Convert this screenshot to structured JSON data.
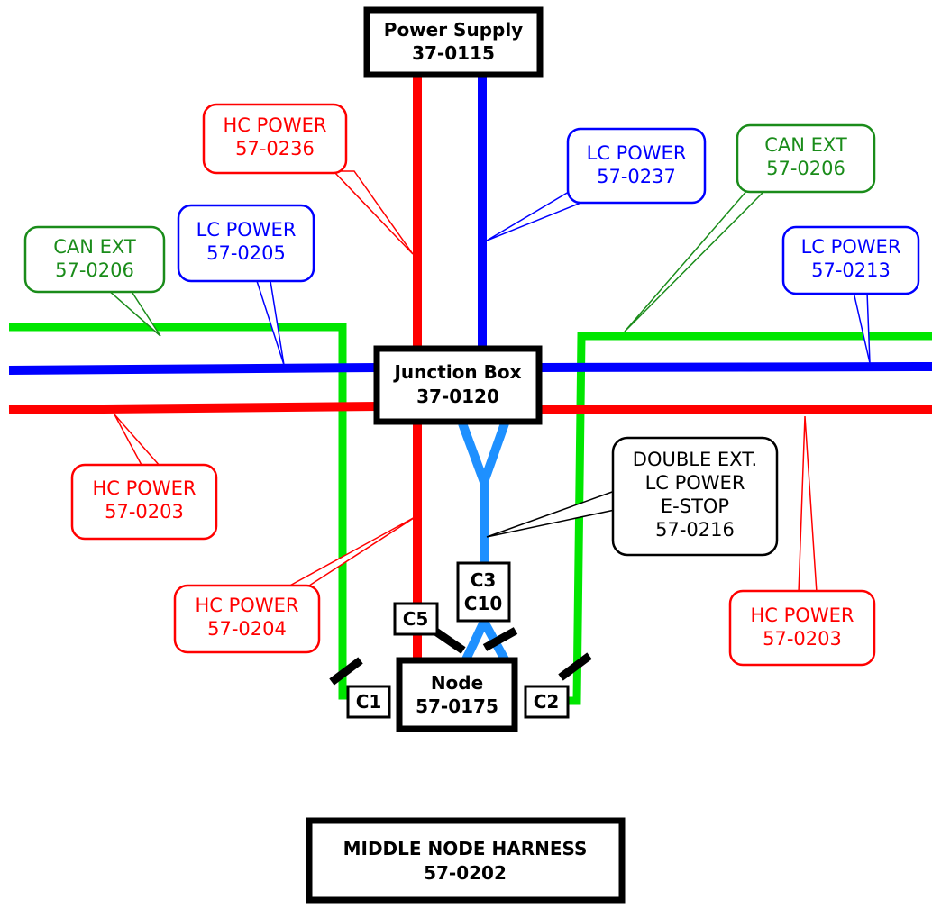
{
  "colors": {
    "hc": "#ff0000",
    "lc": "#0000ff",
    "can": "#00e600",
    "estop": "#1e90ff",
    "can_label": "#1a8c1a",
    "black": "#000000"
  },
  "boxes": {
    "power_supply": {
      "line1": "Power Supply",
      "line2": "37-0115"
    },
    "junction_box": {
      "line1": "Junction Box",
      "line2": "37-0120"
    },
    "node": {
      "line1": "Node",
      "line2": "57-0175"
    },
    "harness": {
      "line1": "MIDDLE NODE HARNESS",
      "line2": "57-0202"
    }
  },
  "callouts": {
    "hc_0236": {
      "line1": "HC POWER",
      "line2": "57-0236"
    },
    "lc_0237": {
      "line1": "LC POWER",
      "line2": "57-0237"
    },
    "can_0206_right": {
      "line1": "CAN EXT",
      "line2": "57-0206"
    },
    "lc_0205": {
      "line1": "LC POWER",
      "line2": "57-0205"
    },
    "can_0206_left": {
      "line1": "CAN EXT",
      "line2": "57-0206"
    },
    "lc_0213": {
      "line1": "LC POWER",
      "line2": "57-0213"
    },
    "hc_0203_left": {
      "line1": "HC POWER",
      "line2": "57-0203"
    },
    "double_ext": {
      "line1": "DOUBLE EXT.",
      "line2": "LC POWER",
      "line3": "E-STOP",
      "line4": "57-0216"
    },
    "hc_0204": {
      "line1": "HC POWER",
      "line2": "57-0204"
    },
    "hc_0203_right": {
      "line1": "HC POWER",
      "line2": "57-0203"
    }
  },
  "connectors": {
    "c1": "C1",
    "c2": "C2",
    "c5": "C5",
    "c3": {
      "line1": "C3",
      "line2": "C10"
    }
  }
}
